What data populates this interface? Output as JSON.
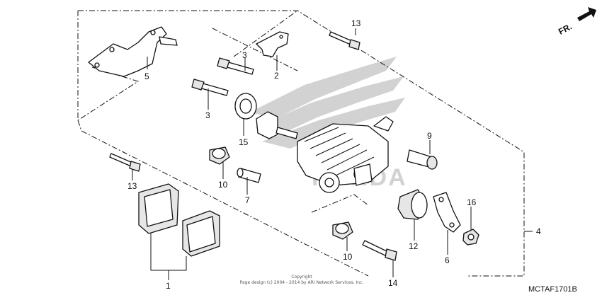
{
  "direction_indicator": {
    "label": "FR."
  },
  "callouts": {
    "c1": "1",
    "c2": "2",
    "c3a": "3",
    "c3b": "3",
    "c4": "4",
    "c5": "5",
    "c6": "6",
    "c7": "7",
    "c9": "9",
    "c10a": "10",
    "c10b": "10",
    "c12": "12",
    "c13a": "13",
    "c13b": "13",
    "c14": "14",
    "c15": "15",
    "c16": "16"
  },
  "copyright": {
    "line1": "Copyright",
    "line2": "Page design (c) 2004 - 2014 by ARI Network Services, Inc."
  },
  "diagram_code": "MCTAF1701B",
  "watermark": {
    "brand": "HONDA"
  }
}
